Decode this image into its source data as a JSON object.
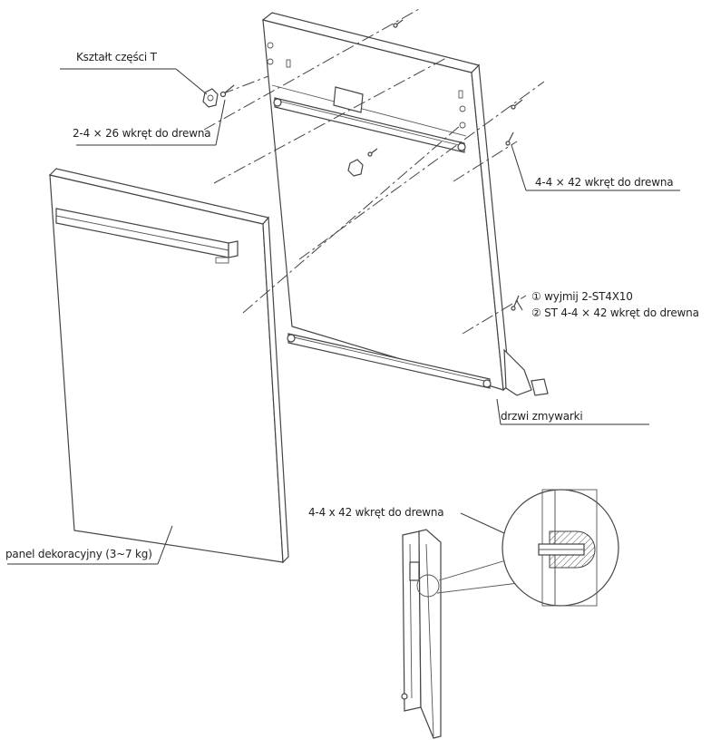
{
  "labels": {
    "t_shape_part": "Kształt części T",
    "screw_2_4x26": "2-4 × 26 wkręt do drewna",
    "screw_4_4x42": "4-4 × 42 wkręt do drewna",
    "step1": "① wyjmij 2-ST4X10",
    "step2": "② ST 4-4 × 42 wkręt do drewna",
    "dishwasher_door": "drzwi zmywarki",
    "detail_screw": "4-4 x 42 wkręt do drewna",
    "decor_panel": "panel dekoracyjny (3~7 kg)"
  }
}
